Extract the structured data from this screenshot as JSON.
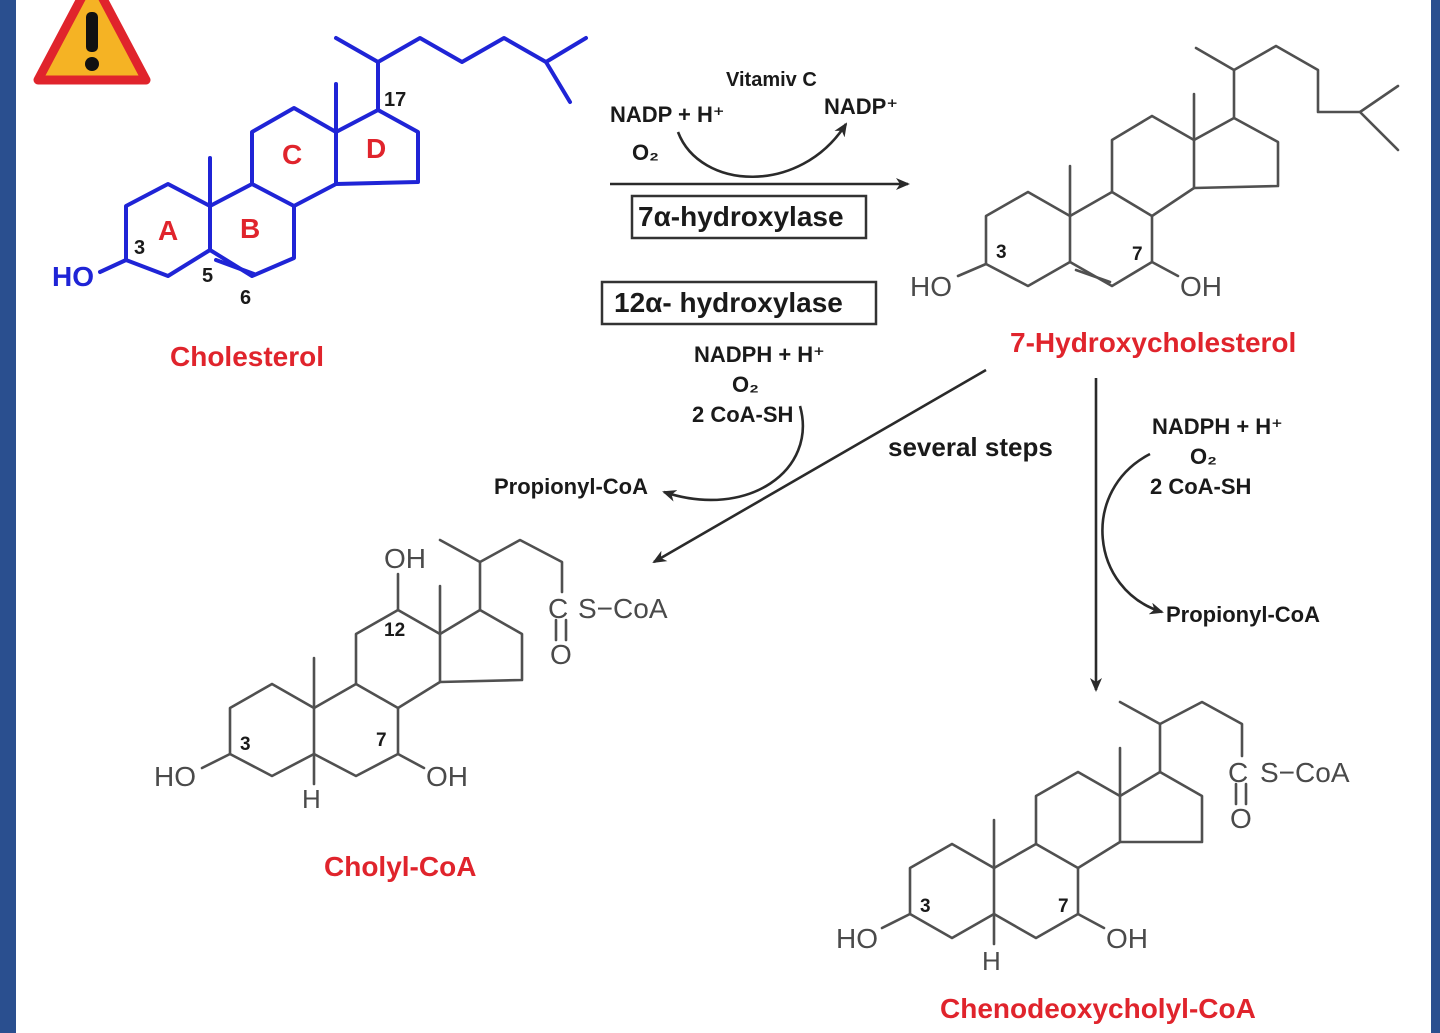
{
  "colors": {
    "product_label": "#e0242c",
    "cholesterol_skeleton": "#1f24d6",
    "ring_letters": "#e0242c",
    "warning_fill": "#f5b324",
    "warning_border": "#e0242c",
    "frame": "#2a4f8f"
  },
  "icons": {
    "warning": "warning-triangle-icon"
  },
  "cholesterol": {
    "name": "Cholesterol",
    "ring_labels": [
      "A",
      "B",
      "C",
      "D"
    ],
    "ho": "HO",
    "positions": {
      "c3": "3",
      "c5": "5",
      "c6": "6",
      "c17": "17"
    }
  },
  "step1": {
    "vitamin": "Vitamiv C",
    "cofactor_in": "NADP + H⁺",
    "o2": "O₂",
    "cofactor_out": "NADP⁺",
    "enzyme": "7α-hydroxylase"
  },
  "hydroxycholesterol": {
    "name": "7-Hydroxycholesterol",
    "ho": "HO",
    "oh": "OH",
    "positions": {
      "c3": "3",
      "c7": "7"
    }
  },
  "cholyl_branch": {
    "enzyme": "12α- hydroxylase",
    "nadph": "NADPH + H⁺",
    "o2": "O₂",
    "coa": "2 CoA-SH",
    "byproduct": "Propionyl-CoA"
  },
  "several_steps": "several steps",
  "cheno_branch": {
    "nadph": "NADPH + H⁺",
    "o2": "O₂",
    "coa": "2 CoA-SH",
    "byproduct": "Propionyl-CoA"
  },
  "cholyl_coa": {
    "name": "Cholyl-CoA",
    "oh_top": "OH",
    "ho": "HO",
    "oh": "OH",
    "h": "H",
    "positions": {
      "c3": "3",
      "c7": "7",
      "c12": "12"
    },
    "carbonyl_c": "C",
    "s_coa": "S−CoA",
    "carbonyl_o": "O"
  },
  "chenodeoxycholyl_coa": {
    "name": "Chenodeoxycholyl-CoA",
    "ho": "HO",
    "oh": "OH",
    "h": "H",
    "positions": {
      "c3": "3",
      "c7": "7"
    },
    "carbonyl_c": "C",
    "s_coa": "S−CoA",
    "carbonyl_o": "O"
  }
}
